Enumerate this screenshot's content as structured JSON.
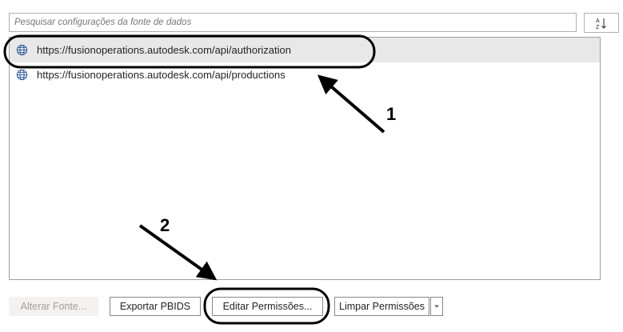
{
  "search": {
    "placeholder": "Pesquisar configurações da fonte de dados",
    "value": ""
  },
  "sort_button": {
    "icon": "sort-az-icon"
  },
  "sources": [
    {
      "url": "https://fusionoperations.autodesk.com/api/authorization",
      "icon": "globe-icon",
      "selected": true
    },
    {
      "url": "https://fusionoperations.autodesk.com/api/productions",
      "icon": "globe-icon",
      "selected": false
    }
  ],
  "footer": {
    "change_source_label": "Alterar Fonte...",
    "export_pbids_label": "Exportar PBIDS",
    "edit_permissions_label": "Editar Permissões...",
    "clear_permissions_label": "Limpar Permissões"
  },
  "annotations": {
    "marker_1": "1",
    "marker_2": "2"
  },
  "colors": {
    "selection": "#e8e8e8",
    "annotation": "#000000",
    "border": "#8a8886"
  }
}
